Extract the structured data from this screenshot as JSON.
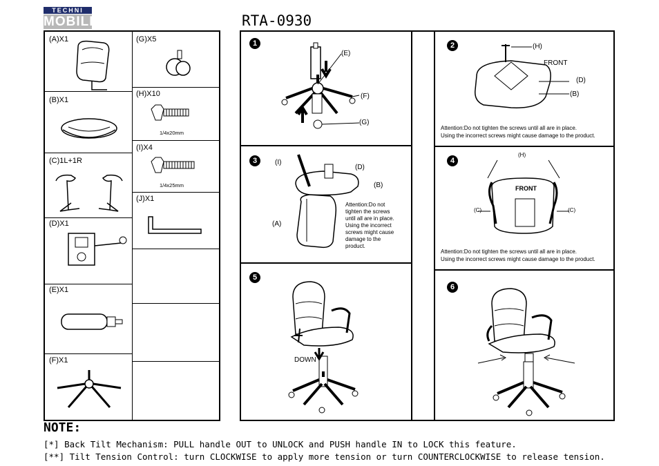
{
  "logo": {
    "top": "TECHNI",
    "bottom": "MOBILI"
  },
  "model": "RTA-0930",
  "parts": [
    {
      "label": "(A)X1"
    },
    {
      "label": "(B)X1"
    },
    {
      "label": "(C)1L+1R"
    },
    {
      "label": "(D)X1"
    },
    {
      "label": "(E)X1"
    },
    {
      "label": "(F)X1"
    },
    {
      "label": "(G)X5"
    },
    {
      "label": "(H)X10",
      "size": "1/4x20mm"
    },
    {
      "label": "(I)X4",
      "size": "1/4x25mm"
    },
    {
      "label": "(J)X1"
    }
  ],
  "steps": {
    "s1": {
      "num": "1",
      "callouts": [
        "(E)",
        "(F)",
        "(G)"
      ]
    },
    "s2": {
      "num": "2",
      "callouts": [
        "(H)",
        "FRONT",
        "(D)",
        "(B)"
      ],
      "attention": "Attention:Do not tighten the screws until all are in place.",
      "attention2": "Using the incorrect screws might cause damage to the product."
    },
    "s3": {
      "num": "3",
      "callouts": [
        "(I)",
        "(D)",
        "(B)",
        "(A)"
      ],
      "attention_lines": [
        "Attention:Do not",
        "tighten the screws",
        "until all are in place.",
        "Using the incorrect",
        "screws might cause",
        "damage to the",
        "product."
      ]
    },
    "s4": {
      "num": "4",
      "callouts": [
        "(H)",
        "FRONT",
        "(C)",
        "(C)"
      ],
      "attention": "Attention:Do not tighten the screws until all are in place.",
      "attention2": "Using the incorrect screws might cause damage to the product."
    },
    "s5": {
      "num": "5",
      "callouts": [
        "DOWN"
      ]
    },
    "s6": {
      "num": "6"
    }
  },
  "note": {
    "title": "NOTE:",
    "line1": "[*] Back Tilt Mechanism: PULL handle OUT to UNLOCK and PUSH handle IN to LOCK this feature.",
    "line2": "[**] Tilt Tension Control: turn CLOCKWISE to apply more tension or turn COUNTERCLOCKWISE to release tension."
  }
}
